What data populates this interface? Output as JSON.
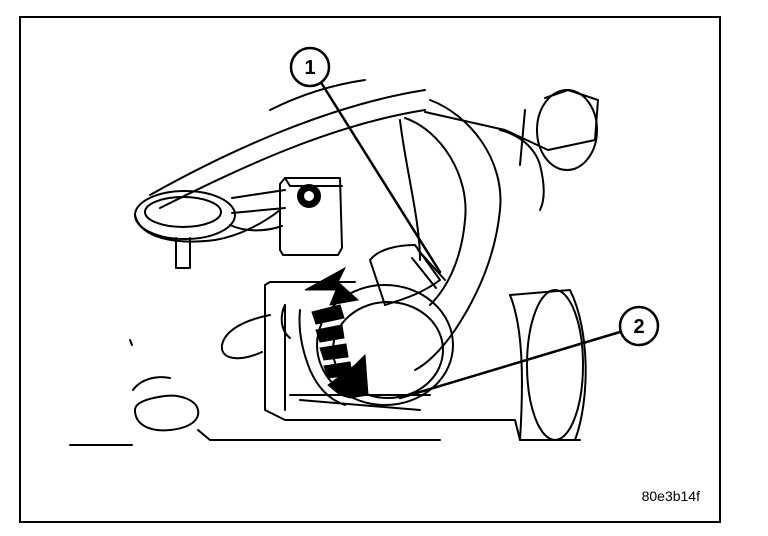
{
  "callouts": {
    "one": "1",
    "two": "2"
  },
  "figure_code": "80e3b14f"
}
